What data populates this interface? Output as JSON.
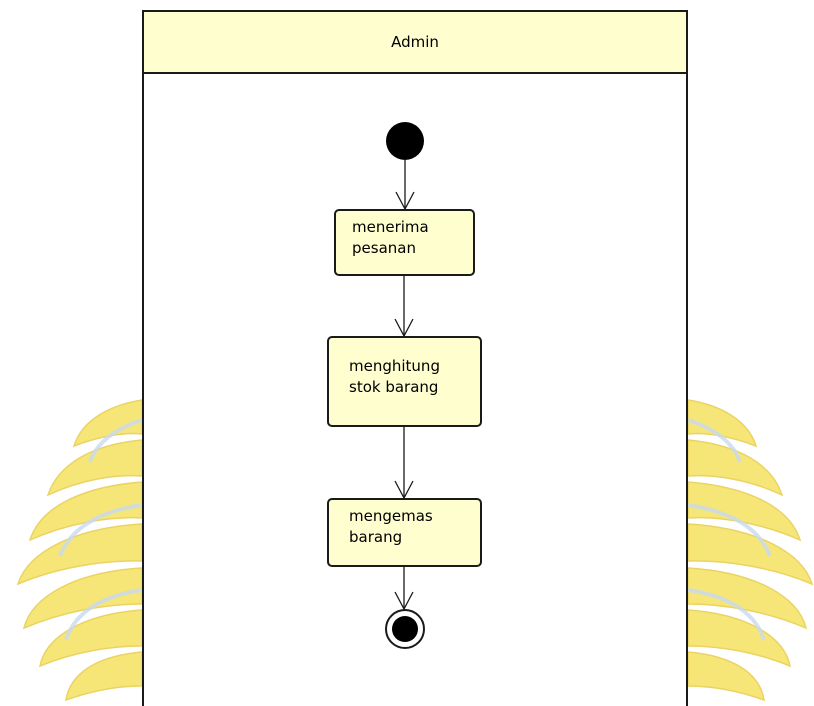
{
  "diagram": {
    "type": "uml-activity",
    "swimlane": {
      "title": "Admin",
      "header_color": "#fefece"
    },
    "nodes": [
      {
        "id": "start",
        "kind": "initial"
      },
      {
        "id": "a1",
        "kind": "action",
        "lines": [
          "menerima",
          "pesanan"
        ]
      },
      {
        "id": "a2",
        "kind": "action",
        "lines": [
          "menghitung",
          "stok barang"
        ]
      },
      {
        "id": "a3",
        "kind": "action",
        "lines": [
          "mengemas",
          "barang"
        ]
      },
      {
        "id": "end",
        "kind": "final"
      }
    ],
    "edges": [
      {
        "from": "start",
        "to": "a1"
      },
      {
        "from": "a1",
        "to": "a2"
      },
      {
        "from": "a2",
        "to": "a3"
      },
      {
        "from": "a3",
        "to": "end"
      }
    ],
    "colors": {
      "action_fill": "#fefece",
      "stroke": "#1a1a1a",
      "watermark_yellow": "#f6e46a",
      "watermark_blue": "#c9daf1"
    },
    "watermark_icon": "university-wings-logo"
  }
}
